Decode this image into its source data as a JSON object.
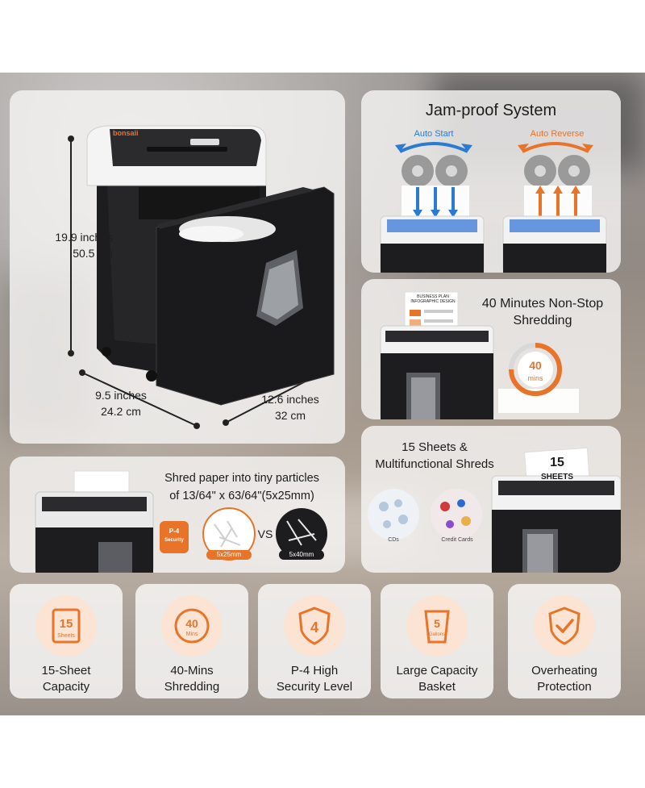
{
  "colors": {
    "accent": "#e8742a",
    "blue": "#2a7bd1",
    "panel": "#f5f4f3"
  },
  "main": {
    "height_in": "19.9 inches",
    "height_cm": "50.5 cm",
    "width_in": "9.5 inches",
    "width_cm": "24.2 cm",
    "depth_in": "12.6 inches",
    "depth_cm": "32 cm",
    "brand_logo": "bonsaii"
  },
  "jam": {
    "title": "Jam-proof System",
    "auto_start": "Auto Start",
    "auto_reverse": "Auto Reverse"
  },
  "nonstop": {
    "title_line1": "40 Minutes Non-Stop",
    "title_line2": "Shredding",
    "timer_value": "40",
    "timer_unit": "mins",
    "paper_title_line1": "BUSINESS PLAN",
    "paper_title_line2": "INFOGRAPHIC DESIGN"
  },
  "sheets": {
    "title_line1": "15 Sheets &",
    "title_line2": "Multifunctional Shreds",
    "cds_label": "CDs",
    "cards_label": "Credit Cards",
    "paper_number": "15",
    "paper_word": "SHEETS"
  },
  "shred": {
    "title_line1": "Shred paper into tiny particles",
    "title_line2": "of 13/64\" x 63/64\"(5x25mm)",
    "badge_line1": "P-4",
    "badge_line2": "Security",
    "label_a": "5x25mm",
    "vs": "VS",
    "label_b": "5x40mm"
  },
  "features": [
    {
      "line1": "15-Sheet",
      "line2": "Capacity",
      "icon": "sheets-icon",
      "icon_text1": "15",
      "icon_text2": "Sheets"
    },
    {
      "line1": "40-Mins",
      "line2": "Shredding",
      "icon": "timer-icon",
      "icon_text1": "40",
      "icon_text2": "Mins"
    },
    {
      "line1": "P-4 High",
      "line2": "Security Level",
      "icon": "security-shield-icon",
      "icon_text1": "4"
    },
    {
      "line1": "Large Capacity",
      "line2": "Basket",
      "icon": "bin-icon",
      "icon_text1": "5",
      "icon_text2": "Gallons"
    },
    {
      "line1": "Overheating",
      "line2": "Protection",
      "icon": "checkmark-shield-icon"
    }
  ]
}
